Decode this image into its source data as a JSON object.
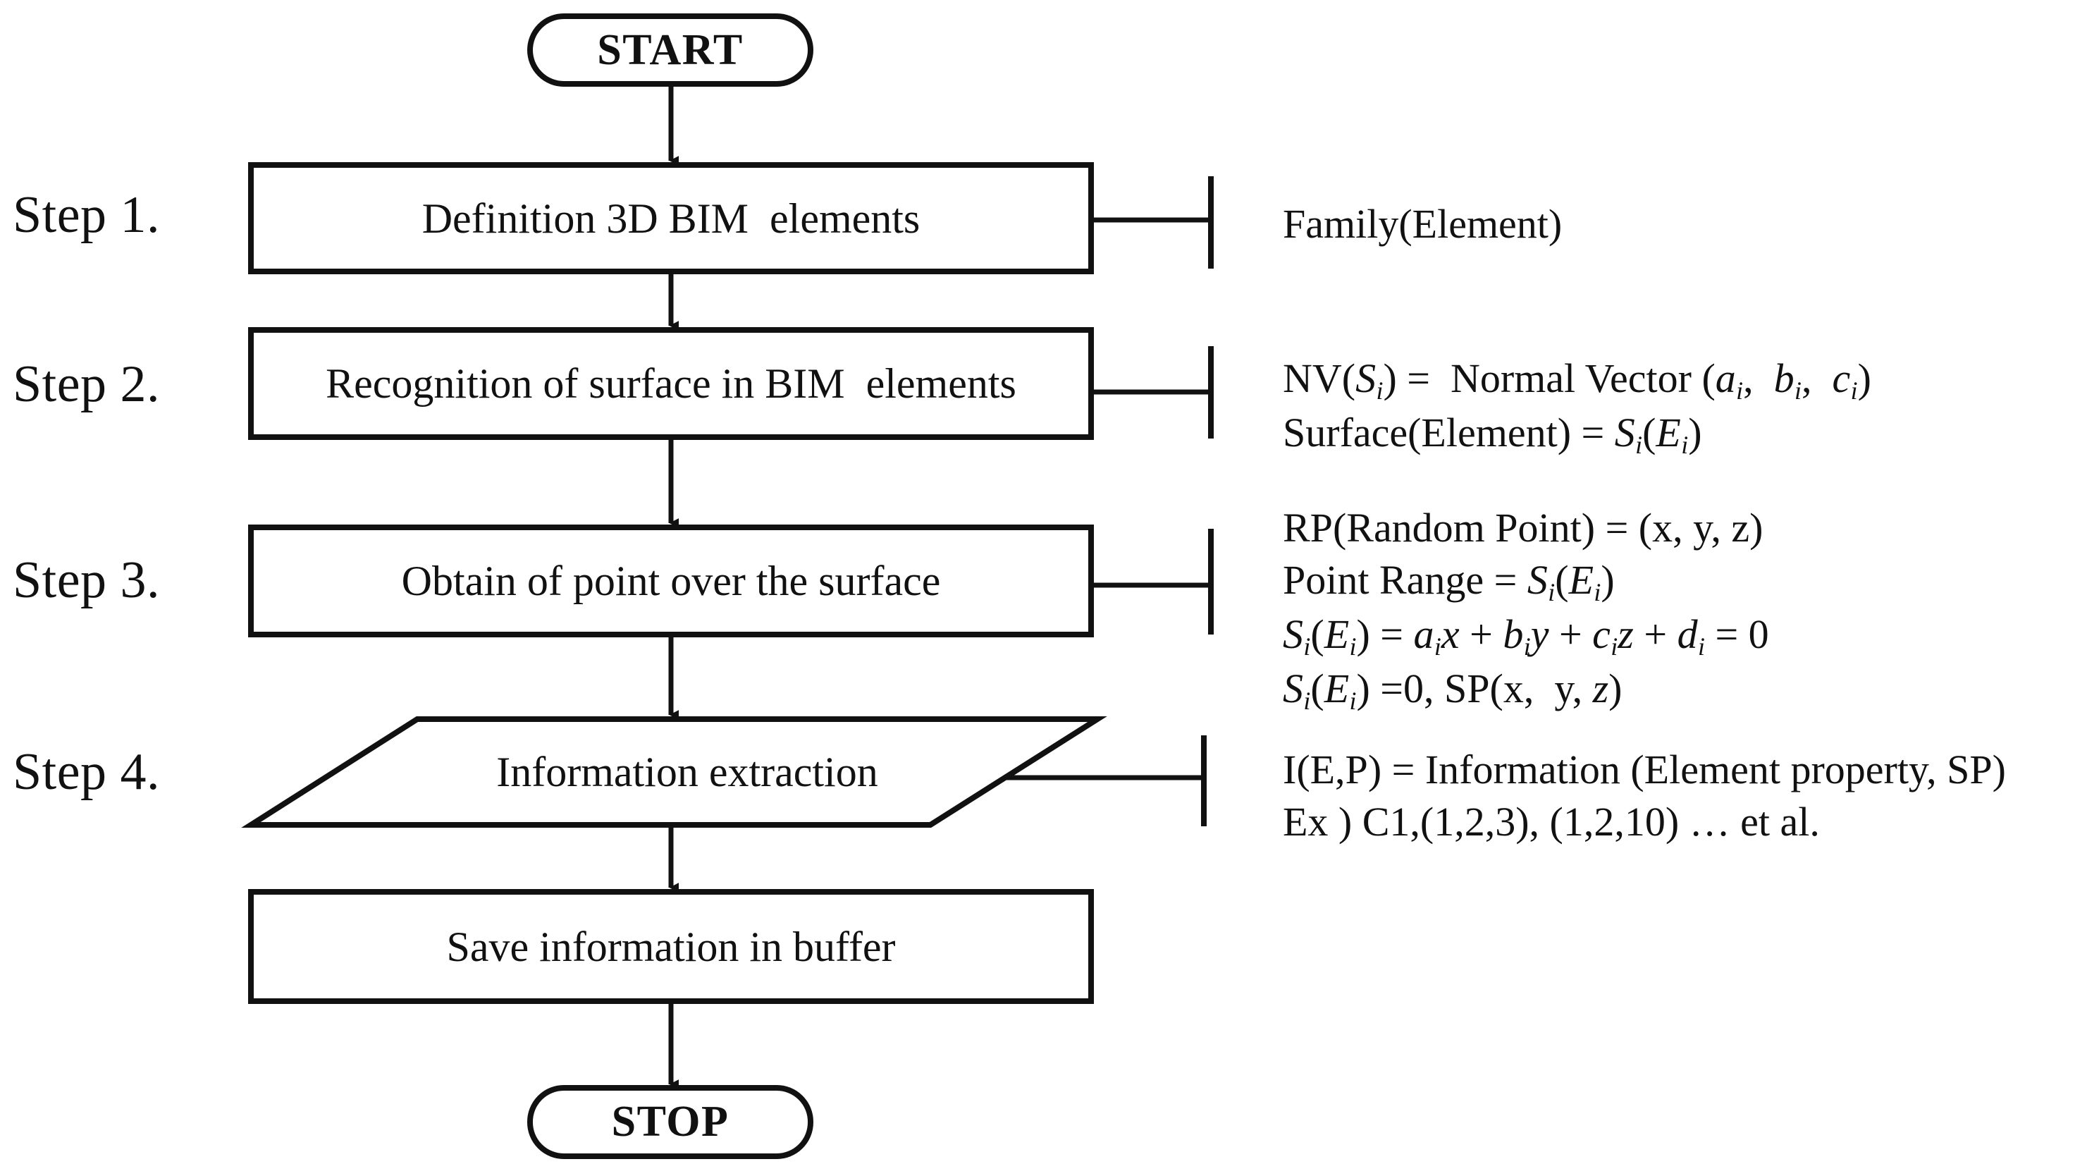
{
  "diagram": {
    "title": "BIM information extraction process flowchart",
    "line_color": "#111111",
    "background_color": "#ffffff"
  },
  "steps": [
    {
      "label": "Step 1."
    },
    {
      "label": "Step 2."
    },
    {
      "label": "Step 3."
    },
    {
      "label": "Step 4."
    }
  ],
  "nodes": {
    "start": {
      "label": "START",
      "shape": "terminator"
    },
    "step1": {
      "label": "Definition 3D BIM  elements",
      "shape": "process"
    },
    "step2": {
      "label": "Recognition of surface in BIM  elements",
      "shape": "process"
    },
    "step3": {
      "label": "Obtain of point over the surface",
      "shape": "process"
    },
    "step4": {
      "label": "Information extraction",
      "shape": "parallelogram"
    },
    "save": {
      "label": "Save information in buffer",
      "shape": "process"
    },
    "stop": {
      "label": "STOP",
      "shape": "terminator"
    }
  },
  "annotations": {
    "step1": {
      "lines": [
        [
          {
            "t": "Family(Element)"
          }
        ]
      ]
    },
    "step2": {
      "lines": [
        [
          {
            "t": "NV("
          },
          {
            "t": "S",
            "style": "italic"
          },
          {
            "t": "i",
            "style": "sub"
          },
          {
            "t": ") =  Normal Vector ("
          },
          {
            "t": "a",
            "style": "italic"
          },
          {
            "t": "i",
            "style": "sub"
          },
          {
            "t": ",  "
          },
          {
            "t": "b",
            "style": "italic"
          },
          {
            "t": "i",
            "style": "sub"
          },
          {
            "t": ",  "
          },
          {
            "t": "c",
            "style": "italic"
          },
          {
            "t": "i",
            "style": "sub"
          },
          {
            "t": ")"
          }
        ],
        [
          {
            "t": "Surface(Element) = "
          },
          {
            "t": "S",
            "style": "italic"
          },
          {
            "t": "i",
            "style": "sub"
          },
          {
            "t": "("
          },
          {
            "t": "E",
            "style": "italic"
          },
          {
            "t": "i",
            "style": "sub"
          },
          {
            "t": ")"
          }
        ]
      ]
    },
    "step3": {
      "lines": [
        [
          {
            "t": "RP(Random Point) = (x, y, z)"
          }
        ],
        [
          {
            "t": "Point Range = "
          },
          {
            "t": "S",
            "style": "italic"
          },
          {
            "t": "i",
            "style": "sub"
          },
          {
            "t": "("
          },
          {
            "t": "E",
            "style": "italic"
          },
          {
            "t": "i",
            "style": "sub"
          },
          {
            "t": ")"
          }
        ],
        [
          {
            "t": "S",
            "style": "italic"
          },
          {
            "t": "i",
            "style": "sub"
          },
          {
            "t": "("
          },
          {
            "t": "E",
            "style": "italic"
          },
          {
            "t": "i",
            "style": "sub"
          },
          {
            "t": ") = "
          },
          {
            "t": "a",
            "style": "italic"
          },
          {
            "t": "i",
            "style": "sub"
          },
          {
            "t": "x",
            "style": "italic"
          },
          {
            "t": " + "
          },
          {
            "t": "b",
            "style": "italic"
          },
          {
            "t": "i",
            "style": "sub"
          },
          {
            "t": "y",
            "style": "italic"
          },
          {
            "t": " + "
          },
          {
            "t": "c",
            "style": "italic"
          },
          {
            "t": "i",
            "style": "sub"
          },
          {
            "t": "z",
            "style": "italic"
          },
          {
            "t": " + "
          },
          {
            "t": "d",
            "style": "italic"
          },
          {
            "t": "i",
            "style": "sub"
          },
          {
            "t": " = 0"
          }
        ],
        [
          {
            "t": "S",
            "style": "italic"
          },
          {
            "t": "i",
            "style": "sub"
          },
          {
            "t": "("
          },
          {
            "t": "E",
            "style": "italic"
          },
          {
            "t": "i",
            "style": "sub"
          },
          {
            "t": ") =0, SP(x,  y, "
          },
          {
            "t": "z",
            "style": "italic"
          },
          {
            "t": ")"
          }
        ]
      ]
    },
    "step4": {
      "lines": [
        [
          {
            "t": "I(E,P) = Information (Element property, SP)"
          }
        ],
        [
          {
            "t": "Ex ) C1,(1,2,3), (1,2,10) … et al."
          }
        ]
      ]
    }
  }
}
